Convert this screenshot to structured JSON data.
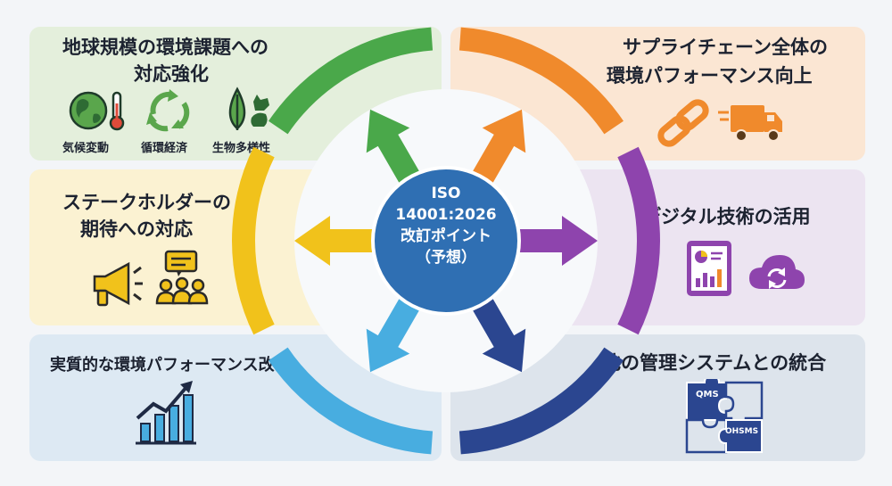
{
  "center": {
    "line1": "ISO",
    "line2": "14001:2026",
    "line3": "改訂ポイント",
    "line4": "（予想）"
  },
  "panels": {
    "top_left": {
      "title_line1": "地球規模の環境課題への",
      "title_line2": "対応強化",
      "captions": [
        "気候変動",
        "循環経済",
        "生物多様性"
      ]
    },
    "middle_left": {
      "title_line1": "ステークホルダーの",
      "title_line2": "期待への対応"
    },
    "bottom_left": {
      "title": "実質的な環境パフォーマンス改善"
    },
    "top_right": {
      "title_line1": "サプライチェーン全体の",
      "title_line2": "環境パフォーマンス向上"
    },
    "middle_right": {
      "title": "デジタル技術の活用"
    },
    "bottom_right": {
      "title": "他の管理システムとの統合",
      "puzzle_labels": [
        "QMS",
        "OHSMS"
      ]
    }
  },
  "colors": {
    "green": "#4aa84a",
    "yellow": "#f1c21b",
    "light_blue": "#48ade0",
    "orange": "#f08a2c",
    "purple": "#8e44ad",
    "navy": "#2b4690",
    "hub": "#2f6fb3"
  }
}
